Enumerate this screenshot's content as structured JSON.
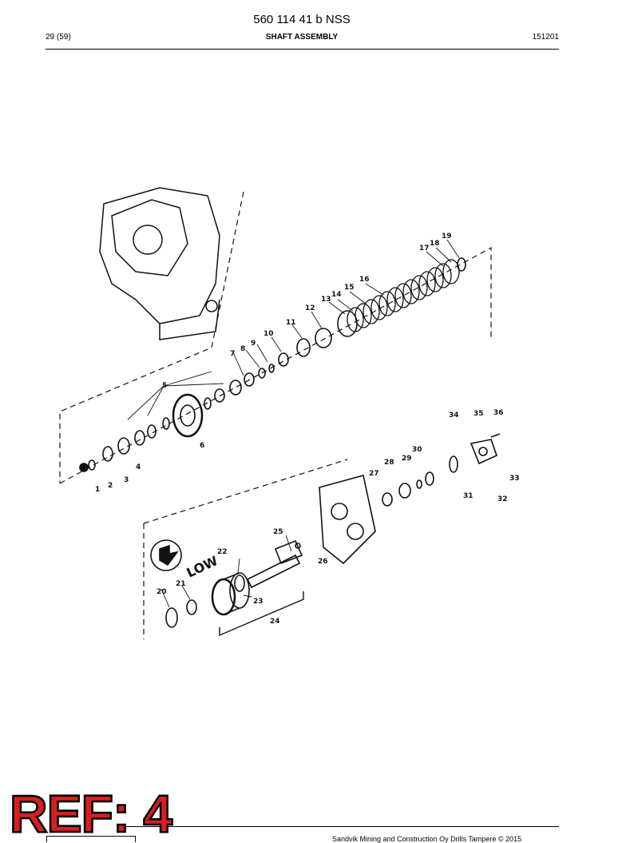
{
  "header": {
    "doc_number": "560 114 41 b NSS",
    "page": "29 (59)",
    "title": "SHAFT ASSEMBLY",
    "date": "151201"
  },
  "drawing": {
    "part_labels": [
      "1",
      "2",
      "3",
      "4",
      "5",
      "6",
      "7",
      "8",
      "9",
      "10",
      "11",
      "12",
      "13",
      "14",
      "15",
      "16",
      "17",
      "18",
      "19",
      "20",
      "21",
      "22",
      "23",
      "24",
      "25",
      "26",
      "27",
      "28",
      "29",
      "30",
      "31",
      "32",
      "33",
      "34",
      "35",
      "36"
    ],
    "low_label": "LOW"
  },
  "footer": {
    "ref_stamp": "REF: 4",
    "copyright": "Sandvik Mining and Construction Oy Drills Tampere © 2015"
  }
}
